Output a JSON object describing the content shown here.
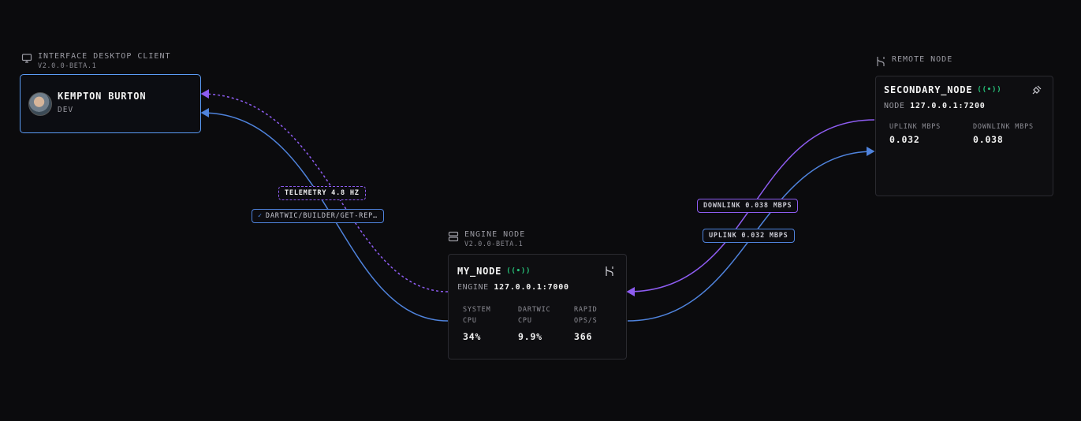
{
  "colors": {
    "blue": "#4f83dc",
    "purple": "#8d5cf0",
    "online": "#27c37a"
  },
  "client": {
    "header_title": "INTERFACE DESKTOP CLIENT",
    "version": "V2.0.0-BETA.1",
    "icon": "monitor-icon",
    "user_name": "KEMPTON BURTON",
    "user_role": "DEV"
  },
  "engine": {
    "header_title": "ENGINE NODE",
    "version": "V2.0.0-BETA.1",
    "icon": "server-icon",
    "node_name": "MY_NODE",
    "address_label": "ENGINE",
    "address": "127.0.0.1:7000",
    "stats": [
      {
        "label_line1": "SYSTEM",
        "label_line2": "CPU",
        "value": "34%"
      },
      {
        "label_line1": "DARTWIC",
        "label_line2": "CPU",
        "value": "9.9%"
      },
      {
        "label_line1": "RAPID",
        "label_line2": "OPS/S",
        "value": "366"
      }
    ]
  },
  "remote": {
    "header_title": "REMOTE NODE",
    "icon": "branch-icon",
    "node_name": "SECONDARY_NODE",
    "address_label": "NODE",
    "address": "127.0.0.1:7200",
    "stats": [
      {
        "label": "UPLINK MBPS",
        "value": "0.032"
      },
      {
        "label": "DOWNLINK MBPS",
        "value": "0.038"
      }
    ]
  },
  "edges": {
    "telemetry": "TELEMETRY 4.8 HZ",
    "route": "DARTWIC/BUILDER/GET-REP…",
    "downlink": "DOWNLINK 0.038 MBPS",
    "uplink": "UPLINK 0.032 MBPS"
  }
}
